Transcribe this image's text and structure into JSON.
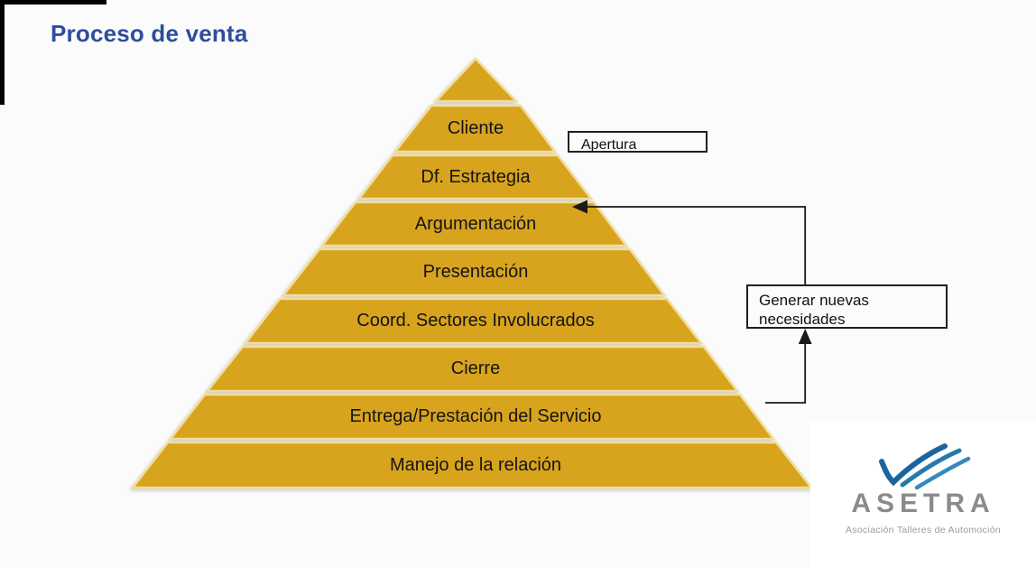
{
  "title": "Proceso de venta",
  "pyramid": {
    "layers": [
      "Cliente",
      "Df. Estrategia",
      "Argumentación",
      "Presentación",
      "Coord. Sectores Involucrados",
      "Cierre",
      "Entrega/Prestación del Servicio",
      "Manejo de la relación"
    ]
  },
  "callouts": {
    "apertura": "Apertura",
    "generar": "Generar nuevas necesidades"
  },
  "logo": {
    "name": "ASETRA",
    "tagline": "Asociación Talleres de Automoción"
  },
  "colors": {
    "title_blue": "#2e4e9d",
    "pyramid_gold": "#d8a31d",
    "pyramid_edge": "#f1de9b",
    "connector_black": "#1a1a1a",
    "logo_blue": "#2679ad",
    "logo_gray": "#8b8b8b"
  }
}
